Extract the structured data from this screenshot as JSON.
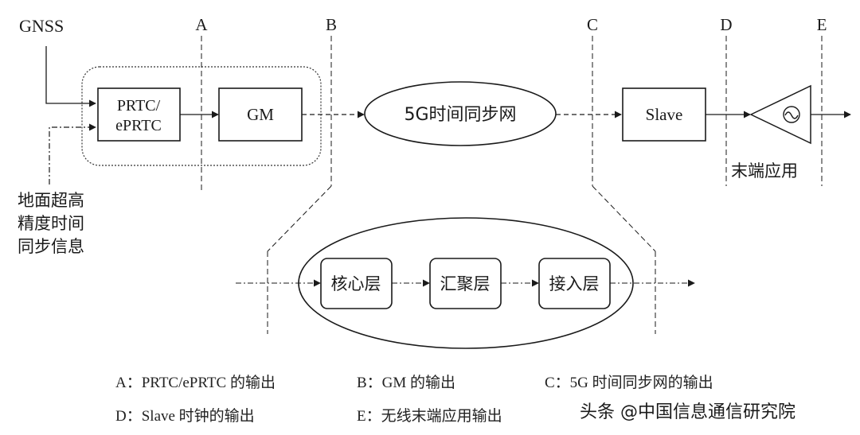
{
  "diagram": {
    "gnss": "GNSS",
    "cuts": [
      "A",
      "B",
      "C",
      "D",
      "E"
    ],
    "prtc_line1": "PRTC/",
    "prtc_line2": "ePRTC",
    "gm": "GM",
    "network": "5G时间同步网",
    "slave": "Slave",
    "end_app": "末端应用",
    "ground_source": [
      "地面超高",
      "精度时间",
      "同步信息"
    ],
    "layers": [
      "核心层",
      "汇聚层",
      "接入层"
    ]
  },
  "legend": [
    "A：PRTC/ePRTC 的输出",
    "B：GM 的输出",
    "C：5G 时间同步网的输出",
    "D：Slave 时钟的输出",
    "E：无线末端应用输出"
  ],
  "watermark": "头条 @中国信息通信研究院"
}
